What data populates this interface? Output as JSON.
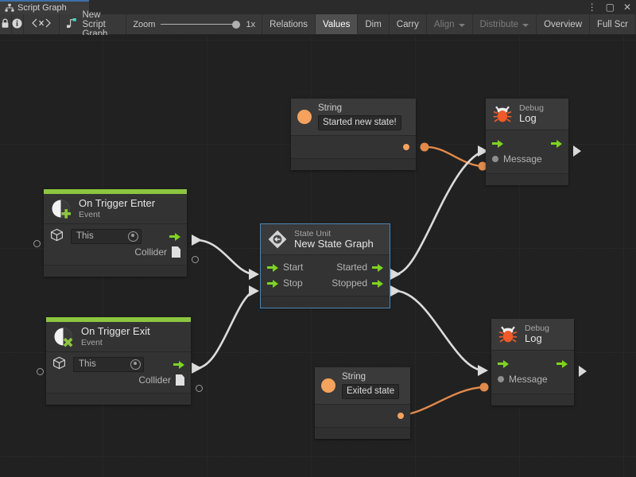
{
  "window": {
    "tab_title": "Script Graph",
    "tab_icon": "script-graph-icon",
    "controls": {
      "menu": "⋮",
      "maximize": "▢",
      "close": "✕"
    }
  },
  "toolbar": {
    "lock_icon": "lock-icon",
    "info_icon": "info-icon",
    "code_icon": "code-brackets-icon",
    "graph_icon": "script-graph-small-icon",
    "graph_name": "New Script Graph",
    "zoom_label": "Zoom",
    "zoom_value": "1x",
    "buttons": [
      {
        "label": "Relations",
        "state": "normal"
      },
      {
        "label": "Values",
        "state": "active"
      },
      {
        "label": "Dim",
        "state": "normal"
      },
      {
        "label": "Carry",
        "state": "normal"
      },
      {
        "label": "Align",
        "state": "dim",
        "dropdown": true
      },
      {
        "label": "Distribute",
        "state": "dim",
        "dropdown": true
      },
      {
        "label": "Overview",
        "state": "normal"
      },
      {
        "label": "Full Scr",
        "state": "normal"
      }
    ]
  },
  "colors": {
    "accent_event": "#8cc63f",
    "flow_port": "#7ed321",
    "value_port": "#f5a25d",
    "selection": "#4b86b4",
    "canvas": "#212121",
    "node": "#333333"
  },
  "nodes": {
    "string_top": {
      "title": "String",
      "value": "Started new state!",
      "icon": "string-value-icon"
    },
    "debug_log_top": {
      "subtitle": "Debug",
      "title": "Log",
      "icon": "debug-bug-icon",
      "input_port": "Message"
    },
    "on_trigger_enter": {
      "title": "On Trigger Enter",
      "subtitle": "Event",
      "icon": "on-trigger-enter-icon",
      "target_value": "This",
      "output_port": "Collider"
    },
    "state_unit": {
      "subtitle": "State Unit",
      "title": "New  State  Graph",
      "icon": "state-unit-icon",
      "inputs": [
        "Start",
        "Stop"
      ],
      "outputs": [
        "Started",
        "Stopped"
      ],
      "selected": true
    },
    "on_trigger_exit": {
      "title": "On Trigger Exit",
      "subtitle": "Event",
      "icon": "on-trigger-exit-icon",
      "target_value": "This",
      "output_port": "Collider"
    },
    "string_bottom": {
      "title": "String",
      "value": "Exited state",
      "icon": "string-value-icon"
    },
    "debug_log_bottom": {
      "subtitle": "Debug",
      "title": "Log",
      "icon": "debug-bug-icon",
      "input_port": "Message"
    }
  }
}
